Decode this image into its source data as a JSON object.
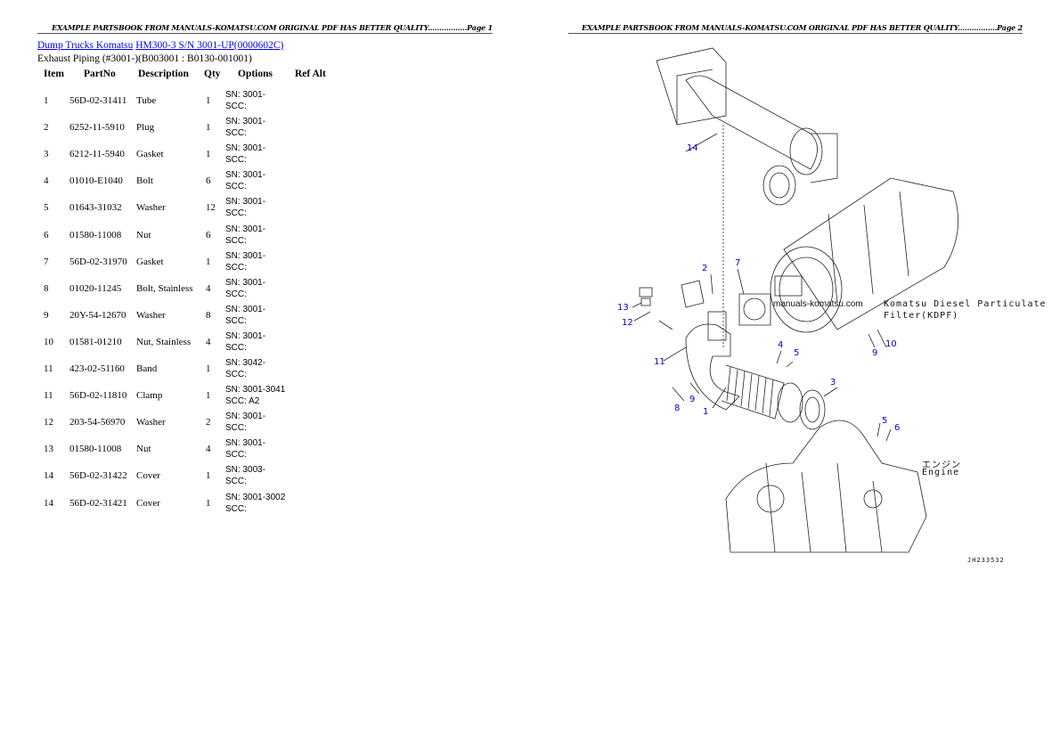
{
  "header": {
    "page1": "EXAMPLE PARTSBOOK FROM MANUALS-KOMATSU.COM ORIGINAL PDF HAS BETTER QUALITY.................Page 1",
    "page2": "EXAMPLE PARTSBOOK FROM MANUALS-KOMATSU.COM ORIGINAL PDF HAS BETTER QUALITY.................Page 2"
  },
  "breadcrumb": {
    "category": "Dump Trucks Komatsu",
    "model": "HM300-3 S/N  3001-UP(0000602C)"
  },
  "subtitle": "Exhaust Piping (#3001-)(B003001 : B0130-001001)",
  "table": {
    "headers": [
      "Item",
      "PartNo",
      "Description",
      "Qty",
      "Options",
      "Ref Alt"
    ],
    "rows": [
      {
        "item": "1",
        "part": "56D-02-31411",
        "desc": "Tube",
        "qty": "1",
        "opt1": "SN: 3001-",
        "opt2": "SCC:"
      },
      {
        "item": "2",
        "part": "6252-11-5910",
        "desc": "Plug",
        "qty": "1",
        "opt1": "SN: 3001-",
        "opt2": "SCC:"
      },
      {
        "item": "3",
        "part": "6212-11-5940",
        "desc": "Gasket",
        "qty": "1",
        "opt1": "SN: 3001-",
        "opt2": "SCC:"
      },
      {
        "item": "4",
        "part": "01010-E1040",
        "desc": "Bolt",
        "qty": "6",
        "opt1": "SN: 3001-",
        "opt2": "SCC:"
      },
      {
        "item": "5",
        "part": "01643-31032",
        "desc": "Washer",
        "qty": "12",
        "opt1": "SN: 3001-",
        "opt2": "SCC:"
      },
      {
        "item": "6",
        "part": "01580-11008",
        "desc": "Nut",
        "qty": "6",
        "opt1": "SN: 3001-",
        "opt2": "SCC:"
      },
      {
        "item": "7",
        "part": "56D-02-31970",
        "desc": "Gasket",
        "qty": "1",
        "opt1": "SN: 3001-",
        "opt2": "SCC:"
      },
      {
        "item": "8",
        "part": "01020-11245",
        "desc": "Bolt, Stainless",
        "qty": "4",
        "opt1": "SN: 3001-",
        "opt2": "SCC:"
      },
      {
        "item": "9",
        "part": "20Y-54-12670",
        "desc": "Washer",
        "qty": "8",
        "opt1": "SN: 3001-",
        "opt2": "SCC:"
      },
      {
        "item": "10",
        "part": "01581-01210",
        "desc": "Nut, Stainless",
        "qty": "4",
        "opt1": "SN: 3001-",
        "opt2": "SCC:"
      },
      {
        "item": "11",
        "part": "423-02-51160",
        "desc": "Band",
        "qty": "1",
        "opt1": "SN: 3042-",
        "opt2": "SCC:"
      },
      {
        "item": "11",
        "part": "56D-02-11810",
        "desc": "Clamp",
        "qty": "1",
        "opt1": "SN: 3001-3041",
        "opt2": "SCC: A2"
      },
      {
        "item": "12",
        "part": "203-54-56970",
        "desc": "Washer",
        "qty": "2",
        "opt1": "SN: 3001-",
        "opt2": "SCC:"
      },
      {
        "item": "13",
        "part": "01580-11008",
        "desc": "Nut",
        "qty": "4",
        "opt1": "SN: 3001-",
        "opt2": "SCC:"
      },
      {
        "item": "14",
        "part": "56D-02-31422",
        "desc": "Cover",
        "qty": "1",
        "opt1": "SN: 3003-",
        "opt2": "SCC:"
      },
      {
        "item": "14",
        "part": "56D-02-31421",
        "desc": "Cover",
        "qty": "1",
        "opt1": "SN: 3001-3002",
        "opt2": "SCC:"
      }
    ]
  },
  "diagram": {
    "callouts": [
      "14",
      "2",
      "7",
      "13",
      "12",
      "11",
      "4",
      "5",
      "3",
      "9",
      "8",
      "1",
      "10",
      "9",
      "5",
      "6"
    ],
    "watermark": "manuals-komatsu.com",
    "label_dpf_1": "Komatsu Diesel Particulate",
    "label_dpf_2": "Filter(KDPF)",
    "label_engine_jp": "エンジン",
    "label_engine": "Engine",
    "drawing_no": "JH233532",
    "callout_color": "#0000cc"
  }
}
